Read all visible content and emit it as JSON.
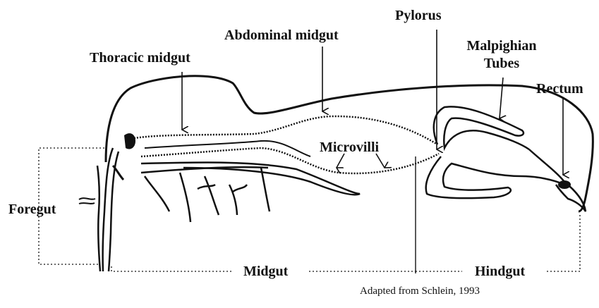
{
  "diagram": {
    "labels": {
      "thoracic_midgut": "Thoracic midgut",
      "abdominal_midgut": "Abdominal midgut",
      "pylorus": "Pylorus",
      "malpighian_line1": "Malpighian",
      "malpighian_line2": "Tubes",
      "rectum": "Rectum",
      "microvilli": "Microvilli",
      "foregut": "Foregut",
      "midgut": "Midgut",
      "hindgut": "Hindgut"
    },
    "credit": "Adapted from Schlein, 1993",
    "colors": {
      "ink": "#111111",
      "background": "#ffffff"
    }
  }
}
